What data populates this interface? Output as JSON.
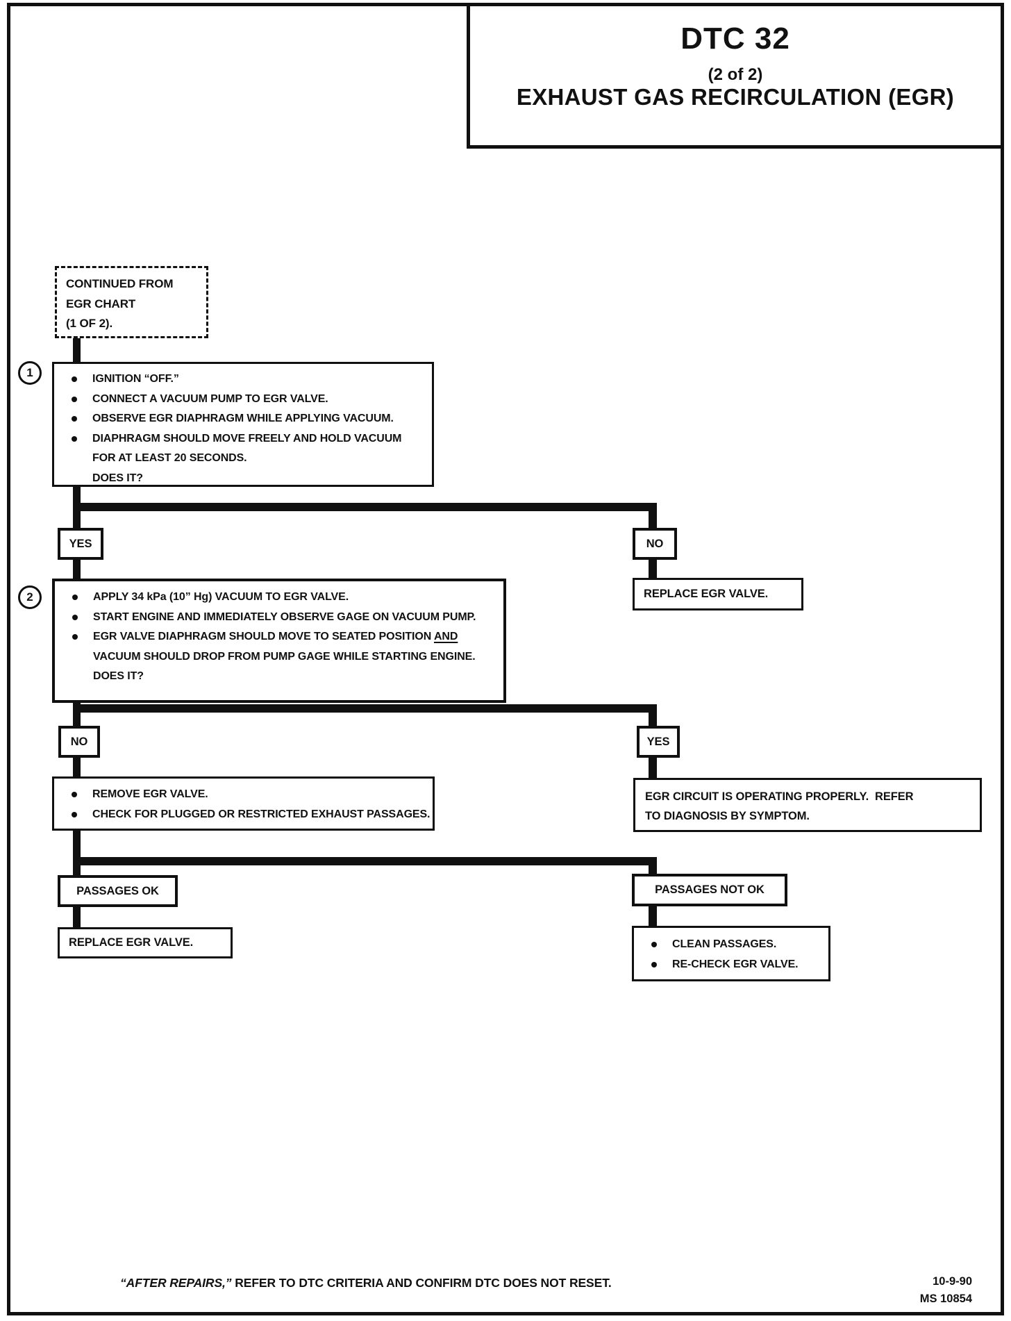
{
  "title": {
    "dtc": "DTC 32",
    "subtitle": "(2 of 2)",
    "system": "EXHAUST GAS RECIRCULATION (EGR)"
  },
  "flow": {
    "start": {
      "lines": [
        "CONTINUED FROM",
        "EGR CHART",
        "(1 OF 2)."
      ]
    },
    "step1": {
      "number": "1",
      "lines": [
        {
          "bullet": true,
          "text": "IGNITION “OFF.”"
        },
        {
          "bullet": true,
          "text": "CONNECT A VACUUM PUMP TO EGR VALVE."
        },
        {
          "bullet": true,
          "text": "OBSERVE EGR DIAPHRAGM WHILE APPLYING VACUUM."
        },
        {
          "bullet": true,
          "text": "DIAPHRAGM SHOULD MOVE FREELY AND HOLD VACUUM"
        },
        {
          "bullet": false,
          "text": "FOR AT LEAST 20 SECONDS."
        },
        {
          "bullet": false,
          "text": "DOES IT?"
        }
      ]
    },
    "decision1": {
      "yes": "YES",
      "no": "NO"
    },
    "replace_valve_right": "REPLACE EGR VALVE.",
    "step2": {
      "number": "2",
      "lines": [
        {
          "bullet": true,
          "text": "APPLY 34 kPa (10” Hg) VACUUM TO EGR VALVE."
        },
        {
          "bullet": true,
          "text": "START ENGINE AND IMMEDIATELY OBSERVE GAGE ON VACUUM PUMP."
        },
        {
          "bullet": true,
          "text": "EGR VALVE DIAPHRAGM SHOULD MOVE TO SEATED POSITION ",
          "underline": "AND"
        },
        {
          "bullet": false,
          "text": "VACUUM SHOULD DROP FROM PUMP GAGE WHILE STARTING ENGINE."
        },
        {
          "bullet": false,
          "text": "DOES IT?"
        }
      ]
    },
    "decision2": {
      "no": "NO",
      "yes": "YES"
    },
    "remove_check": {
      "lines": [
        {
          "bullet": true,
          "text": "REMOVE EGR VALVE."
        },
        {
          "bullet": true,
          "text": "CHECK FOR PLUGGED OR RESTRICTED EXHAUST PASSAGES."
        }
      ]
    },
    "egr_ok": {
      "lines": [
        "EGR CIRCUIT IS OPERATING PROPERLY.  REFER",
        "TO DIAGNOSIS BY SYMPTOM."
      ]
    },
    "passages_ok": "PASSAGES OK",
    "passages_not_ok": "PASSAGES NOT OK",
    "replace_valve_bottom": "REPLACE EGR VALVE.",
    "clean_recheck": {
      "lines": [
        {
          "bullet": true,
          "text": "CLEAN PASSAGES."
        },
        {
          "bullet": true,
          "text": "RE-CHECK EGR VALVE."
        }
      ]
    }
  },
  "footer": {
    "italic": "“AFTER REPAIRS,”",
    "rest": " REFER TO DTC CRITERIA AND CONFIRM DTC DOES NOT RESET.",
    "date": "10-9-90",
    "doc_number": "MS 10854"
  }
}
